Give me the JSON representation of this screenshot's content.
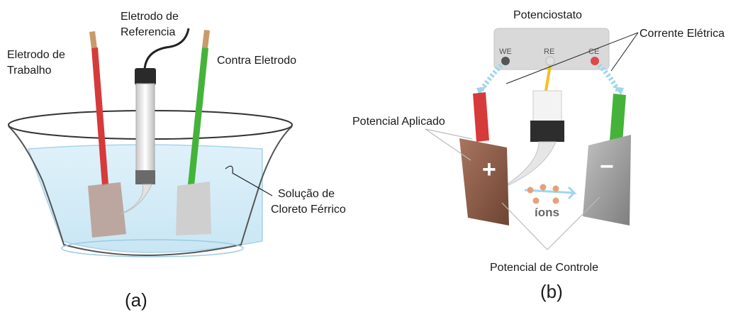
{
  "panel_a": {
    "labels": {
      "working_electrode": [
        "Eletrodo de",
        "Trabalho"
      ],
      "reference_electrode": [
        "Eletrodo de",
        "Referencia"
      ],
      "counter_electrode": "Contra Eletrodo",
      "solution": [
        "Solução de",
        "Cloreto Férrico"
      ]
    },
    "caption": "(a)"
  },
  "panel_b": {
    "potentiostat_label": "Potenciostato",
    "terminals": {
      "we": "WE",
      "re": "RE",
      "ce": "CE"
    },
    "current_label": "Corrente Elétrica",
    "applied_potential_label": "Potencial Aplicado",
    "plus_sign": "+",
    "minus_sign": "−",
    "ions_label": "íons",
    "control_potential_label": "Potencial de Controle",
    "caption": "(b)"
  },
  "colors": {
    "red_lead": "#d63a3a",
    "green_lead": "#45b33a",
    "solution": "#d8eef8",
    "anode": "#8a5a44",
    "cathode": "#9a9a9a"
  }
}
